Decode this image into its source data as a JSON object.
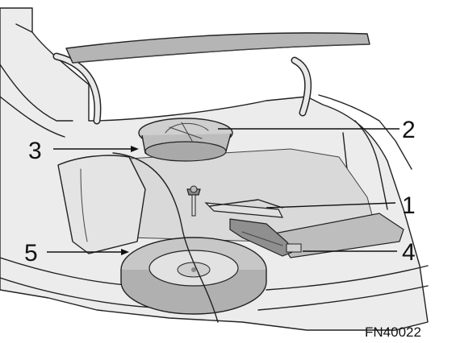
{
  "callouts": {
    "c1": "1",
    "c2": "2",
    "c3": "3",
    "c4": "4",
    "c5": "5"
  },
  "figure_id": "FN40022",
  "colors": {
    "panel_gray": "#cfcfcf",
    "body_gray": "#e9e9e9",
    "dark_gray": "#9a9a9a",
    "line": "#222222"
  }
}
